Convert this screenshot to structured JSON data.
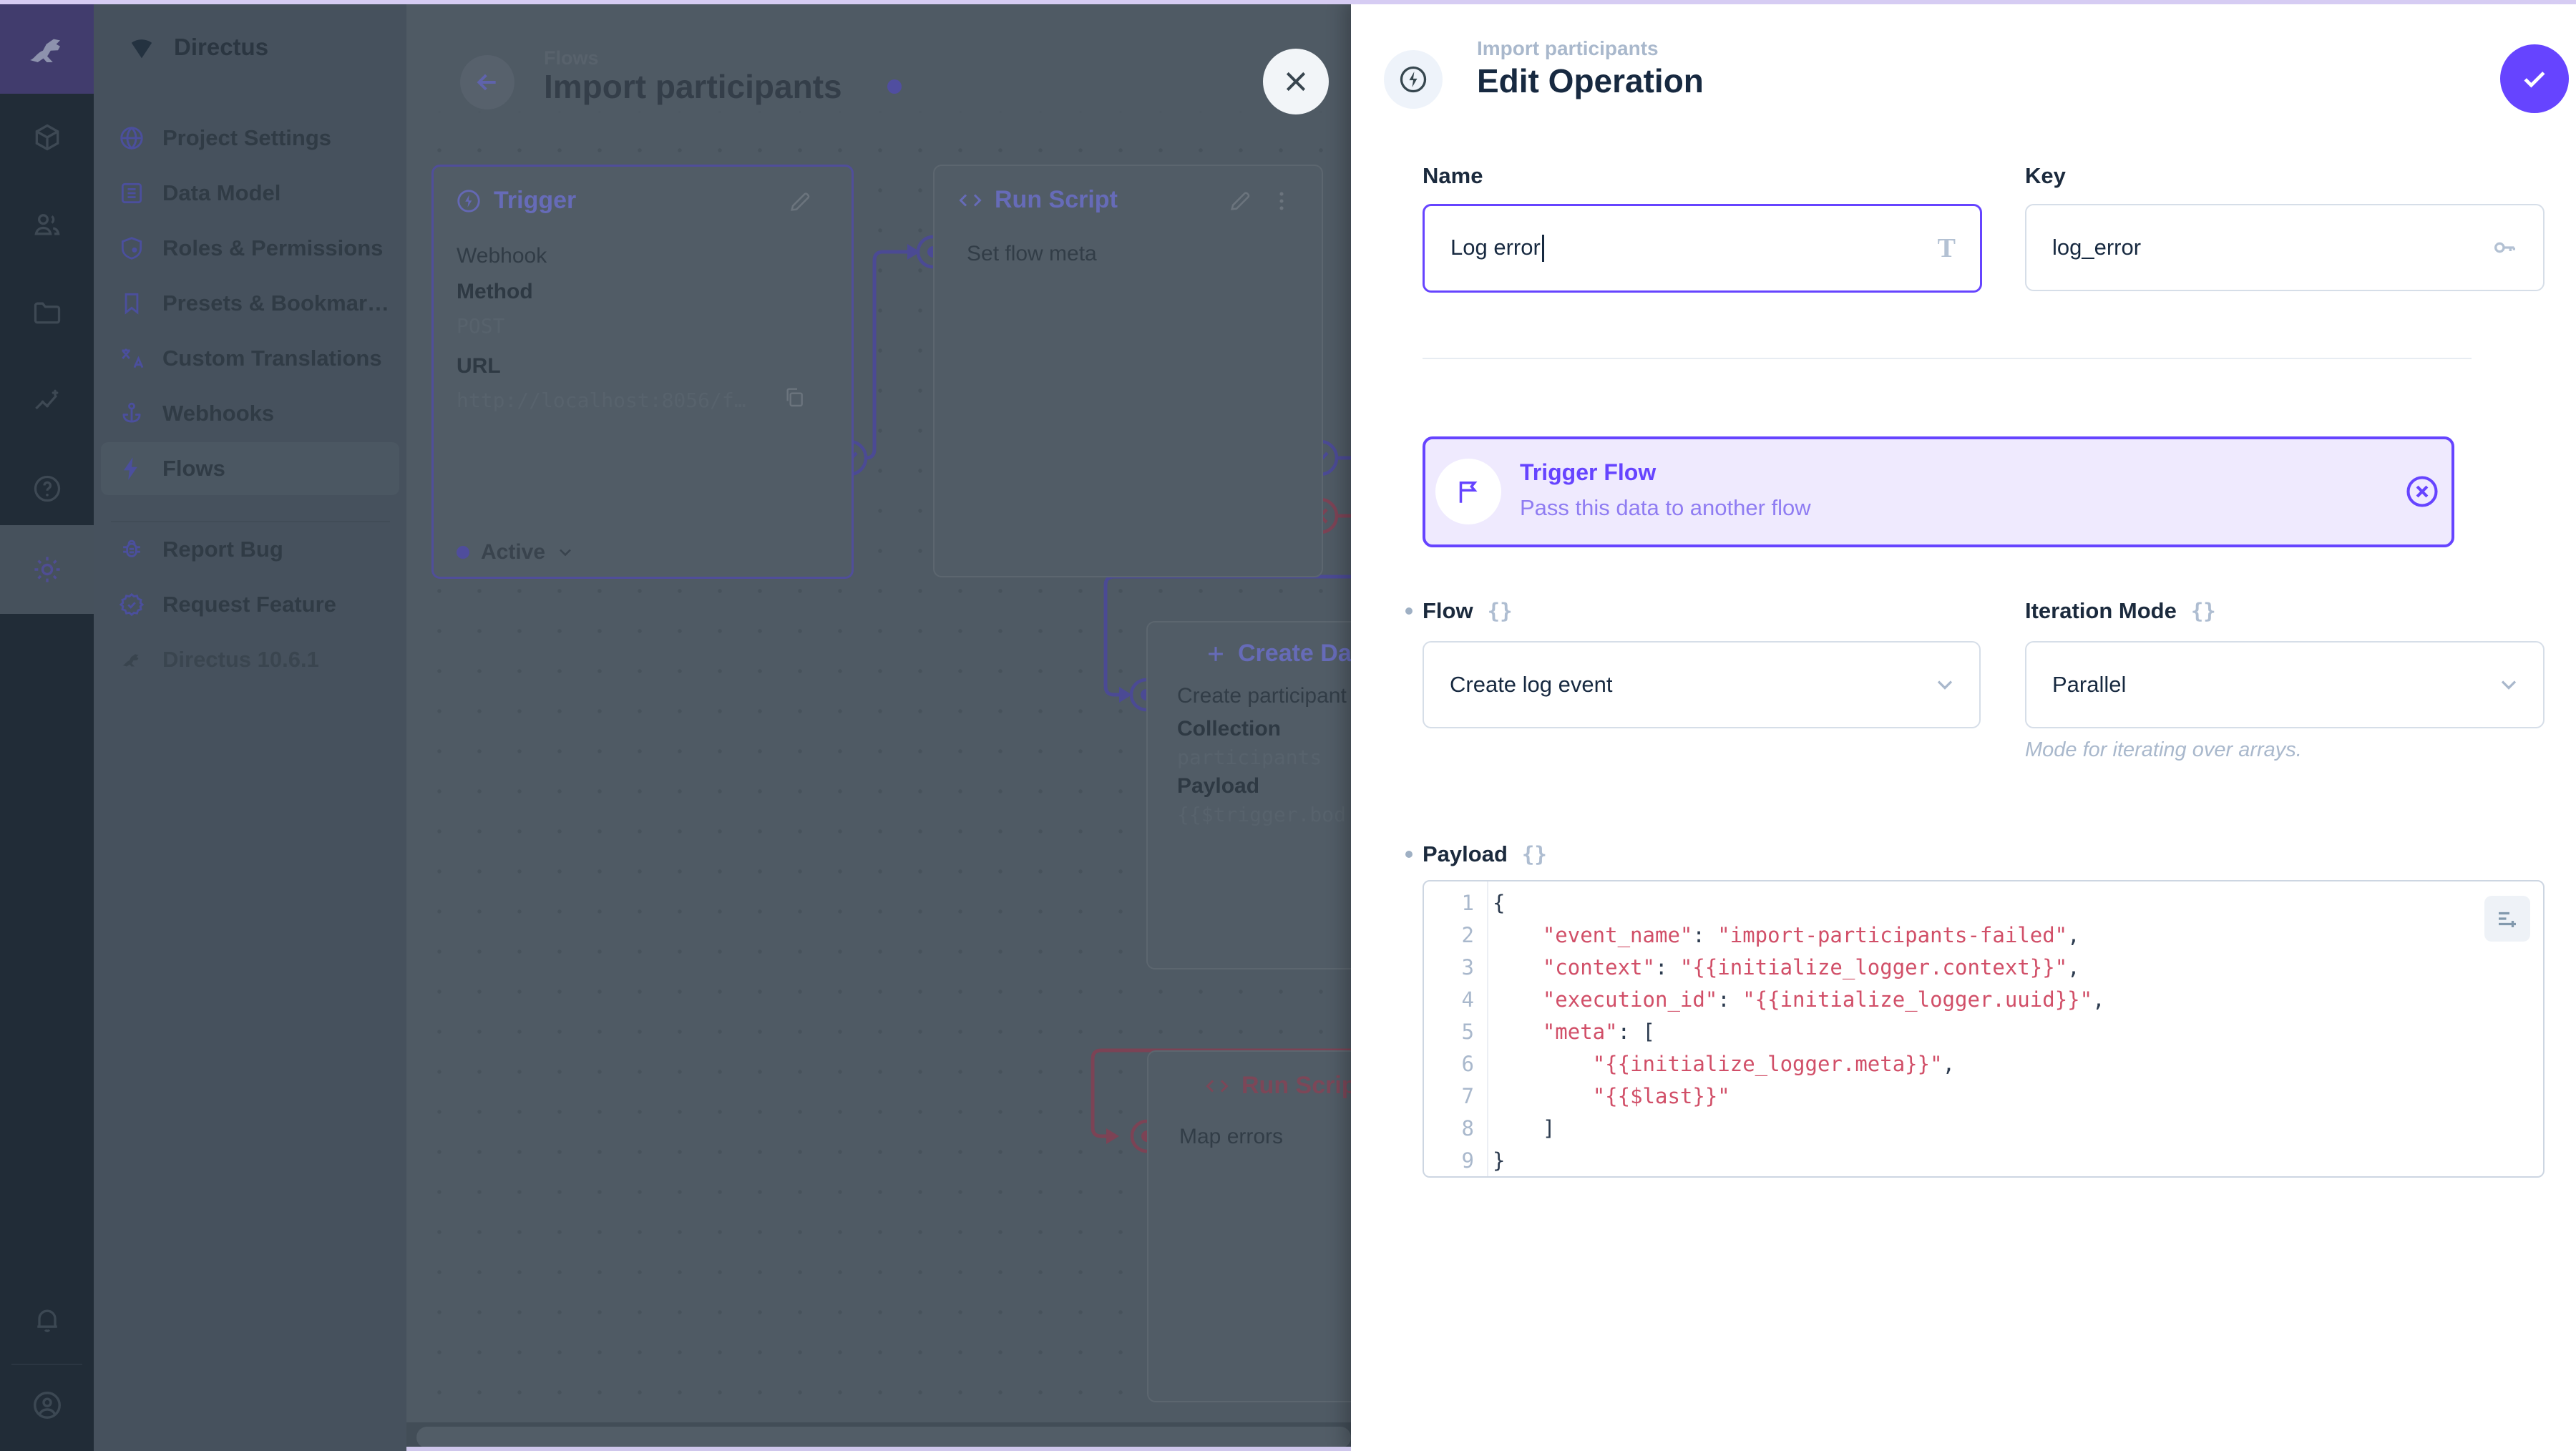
{
  "colors": {
    "accent": "#6644ff",
    "accent_soft": "#efeafe",
    "code_string": "#d14f68",
    "danger_dimmed": "#7c4355",
    "purple_dimmed": "#54549e",
    "drawer_fg": "#172940",
    "muted": "#a9b8cc"
  },
  "module_bar": {
    "icons": [
      "directus-logo",
      "content-module",
      "users-module",
      "files-module",
      "insights-module",
      "help",
      "settings",
      "notifications",
      "account"
    ]
  },
  "nav": {
    "project_name": "Directus",
    "items": [
      {
        "label": "Project Settings",
        "icon": "globe-icon"
      },
      {
        "label": "Data Model",
        "icon": "list-icon"
      },
      {
        "label": "Roles & Permissions",
        "icon": "shield-icon"
      },
      {
        "label": "Presets & Bookmar…",
        "icon": "bookmark-icon"
      },
      {
        "label": "Custom Translations",
        "icon": "translate-icon"
      },
      {
        "label": "Webhooks",
        "icon": "anchor-icon"
      },
      {
        "label": "Flows",
        "icon": "bolt-icon",
        "active": true
      }
    ],
    "footer_items": [
      {
        "label": "Report Bug",
        "icon": "bug-icon"
      },
      {
        "label": "Request Feature",
        "icon": "verified-icon"
      }
    ],
    "version": "Directus 10.6.1"
  },
  "canvas": {
    "breadcrumb": "Flows",
    "title": "Import participants",
    "trigger_panel": {
      "title": "Trigger",
      "type": "Webhook",
      "method_label": "Method",
      "method": "POST",
      "url_label": "URL",
      "url": "http://localhost:8056/f…",
      "status": "Active"
    },
    "run_script_panel": {
      "title": "Run Script",
      "item": "Set flow meta"
    },
    "create_data_panel": {
      "title": "Create Data",
      "item": "Create participant",
      "collection_label": "Collection",
      "collection": "participants",
      "payload_label": "Payload",
      "payload": "{{$trigger.bod"
    },
    "map_errors_panel": {
      "title": "Run Script",
      "item": "Map errors"
    }
  },
  "drawer": {
    "breadcrumb": "Import participants",
    "title": "Edit Operation",
    "name": {
      "label": "Name",
      "value": "Log error"
    },
    "key": {
      "label": "Key",
      "value": "log_error"
    },
    "card": {
      "title": "Trigger Flow",
      "subtitle": "Pass this data to another flow"
    },
    "flow": {
      "label": "Flow",
      "value": "Create log event"
    },
    "iteration": {
      "label": "Iteration Mode",
      "value": "Parallel",
      "hint": "Mode for iterating over arrays."
    },
    "payload": {
      "label": "Payload",
      "lines": [
        [
          [
            "p",
            "{"
          ]
        ],
        [
          [
            "p",
            "    "
          ],
          [
            "s",
            "\"event_name\""
          ],
          [
            "p",
            ": "
          ],
          [
            "s",
            "\"import-participants-failed\""
          ],
          [
            "p",
            ","
          ]
        ],
        [
          [
            "p",
            "    "
          ],
          [
            "s",
            "\"context\""
          ],
          [
            "p",
            ": "
          ],
          [
            "s",
            "\"{{initialize_logger.context}}\""
          ],
          [
            "p",
            ","
          ]
        ],
        [
          [
            "p",
            "    "
          ],
          [
            "s",
            "\"execution_id\""
          ],
          [
            "p",
            ": "
          ],
          [
            "s",
            "\"{{initialize_logger.uuid}}\""
          ],
          [
            "p",
            ","
          ]
        ],
        [
          [
            "p",
            "    "
          ],
          [
            "s",
            "\"meta\""
          ],
          [
            "p",
            ": ["
          ]
        ],
        [
          [
            "p",
            "        "
          ],
          [
            "s",
            "\"{{initialize_logger.meta}}\""
          ],
          [
            "p",
            ","
          ]
        ],
        [
          [
            "p",
            "        "
          ],
          [
            "s",
            "\"{{$last}}\""
          ]
        ],
        [
          [
            "p",
            "    ]"
          ]
        ],
        [
          [
            "p",
            "}"
          ]
        ]
      ]
    }
  }
}
